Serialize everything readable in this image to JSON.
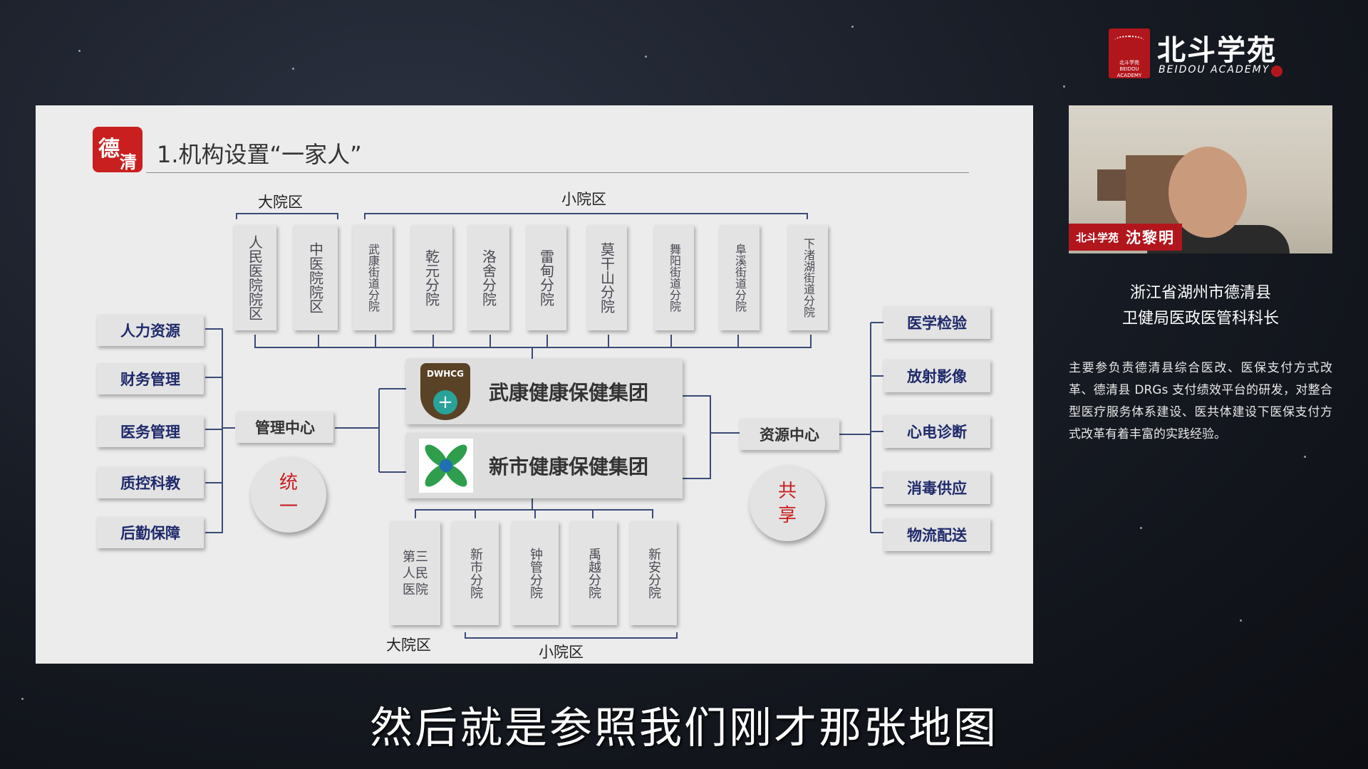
{
  "brand": {
    "name": "北斗学苑",
    "name_en": "BEIDOU ACADEMY",
    "seal_text": "北斗学苑 BEIDOU ACADEMY"
  },
  "slide": {
    "logo_text": "德清",
    "title": "1.机构设置“一家人”",
    "top_large_label": "大院区",
    "top_small_label": "小院区",
    "top_large": [
      "人民医院院区",
      "中医院院区"
    ],
    "top_small": [
      "武康街道分院",
      "乾元分院",
      "洛舍分院",
      "雷甸分院",
      "莫干山分院",
      "舞阳街道分院",
      "阜溪街道分院",
      "下渚湖街道分院"
    ],
    "left_boxes": [
      "人力资源",
      "财务管理",
      "医务管理",
      "质控科教",
      "后勤保障"
    ],
    "management_center": "管理中心",
    "unify": "统一",
    "resource_center": "资源中心",
    "share": "共享",
    "group1_badge": "DWHCG",
    "group1": "武康健康保健集团",
    "group2": "新市健康保健集团",
    "right_boxes": [
      "医学检验",
      "放射影像",
      "心电诊断",
      "消毒供应",
      "物流配送"
    ],
    "bottom_large": "第三人民医院",
    "bottom_small": [
      "新市分院",
      "钟管分院",
      "禹越分院",
      "新安分院"
    ],
    "bottom_large_label": "大院区",
    "bottom_small_label": "小院区"
  },
  "speaker": {
    "tag_logo": "北斗学苑",
    "name": "沈黎明",
    "org_line1": "浙江省湖州市德清县",
    "org_line2": "卫健局医政医管科科长",
    "bio": "主要参负责德清县综合医改、医保支付方式改革、德清县 DRGs 支付绩效平台的研发，对整合型医疗服务体系建设、医共体建设下医保支付方式改革有着丰富的实践经验。"
  },
  "subtitle": "然后就是参照我们刚才那张地图",
  "colors": {
    "accent_red": "#b2161d",
    "box_text_blue": "#1f2a6b",
    "line_blue": "#3a4b78"
  }
}
